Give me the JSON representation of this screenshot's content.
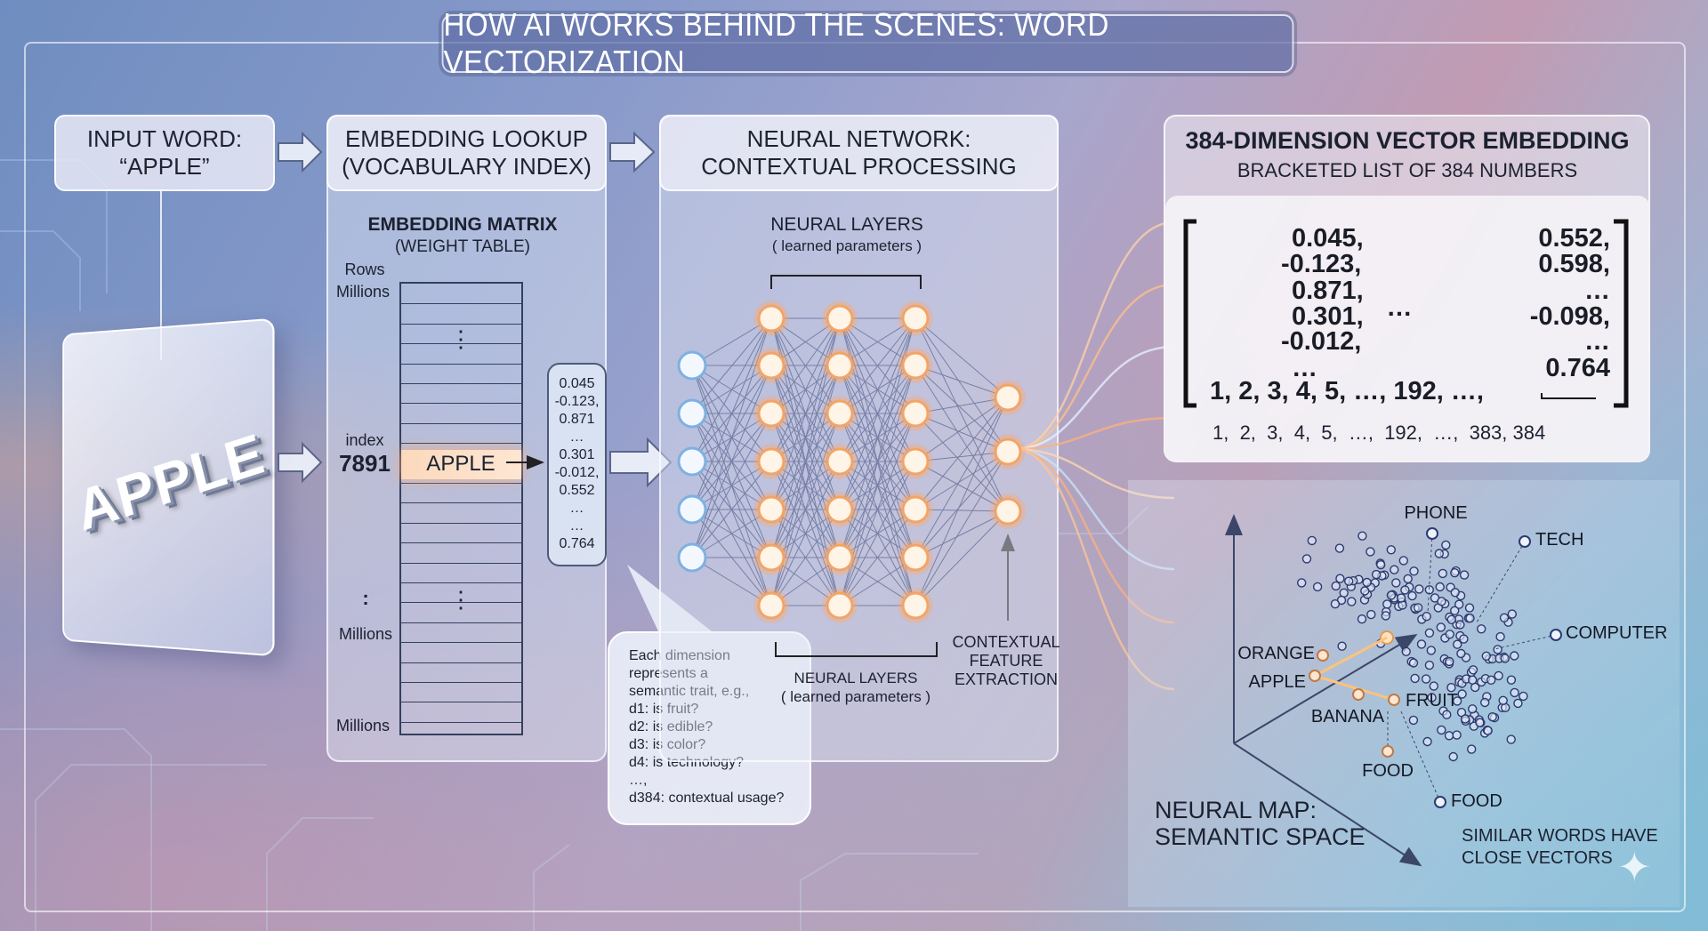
{
  "title": "HOW AI WORKS BEHIND THE SCENES: WORD VECTORIZATION",
  "input": {
    "line1": "INPUT WORD:",
    "line2": "“APPLE”",
    "card_word": "APPLE"
  },
  "embedding": {
    "header1": "EMBEDDING LOOKUP",
    "header2": "(VOCABULARY INDEX)",
    "matrix_title": "EMBEDDING MATRIX",
    "matrix_sub": "(WEIGHT TABLE)",
    "rows_label": "Rows",
    "millions_top": "Millions",
    "index_label": "index",
    "index_value": "7891",
    "row_word": "APPLE",
    "dots_left": ":",
    "millions_mid": "Millions",
    "millions_bottom": "Millions",
    "vertical_dots": "⋮",
    "vector_values": [
      "0.045",
      "-0.123,",
      "0.871",
      "…",
      "0.301",
      "-0.012,",
      "0.552",
      "…",
      "…",
      "0.764"
    ]
  },
  "callout": {
    "lines": [
      "Each dimension",
      "represents a",
      "semantic trait, e.g.,",
      "d1: is fruit?",
      "d2: is edible?",
      "d3: is color?",
      "d4: is technology?",
      "…,",
      "d384: contextual usage?"
    ]
  },
  "network": {
    "header1": "NEURAL NETWORK:",
    "header2": "CONTEXTUAL PROCESSING",
    "top_label": "NEURAL LAYERS",
    "top_sub": "( learned parameters )",
    "bottom_label": "NEURAL LAYERS",
    "bottom_sub": "( learned parameters )",
    "feature1": "CONTEXTUAL",
    "feature2": "FEATURE",
    "feature3": "EXTRACTION"
  },
  "vector": {
    "title": "384-DIMENSION VECTOR EMBEDDING",
    "subtitle": "BRACKETED LIST OF 384 NUMBERS",
    "left_col": [
      "0.045,",
      "-0.123,",
      "0.871,",
      "0.301,",
      "-0.012,",
      "…"
    ],
    "right_col": [
      "0.552,",
      "0.598,",
      "…",
      "-0.098,",
      "…",
      "0.764"
    ],
    "middle": "…",
    "bottom_row": "1, 2, 3, 4, 5, …, 192, …,",
    "index_row": "1,  2,  3,  4,  5,  …,  192,  …,  383, 384"
  },
  "map": {
    "title1": "NEURAL MAP:",
    "title2": "SEMANTIC SPACE",
    "note1": "SIMILAR WORDS HAVE",
    "note2": "CLOSE VECTORS",
    "words": {
      "phone": "PHONE",
      "tech": "TECH",
      "computer": "COMPUTER",
      "orange": "ORANGE",
      "apple": "APPLE",
      "banana": "BANANA",
      "fruit": "FRUIT",
      "food1": "FOOD",
      "food2": "FOOD"
    }
  },
  "colors": {
    "accent": "#f5a65b",
    "node_blue": "#e8f2ff",
    "dot": "#2c3a70"
  }
}
